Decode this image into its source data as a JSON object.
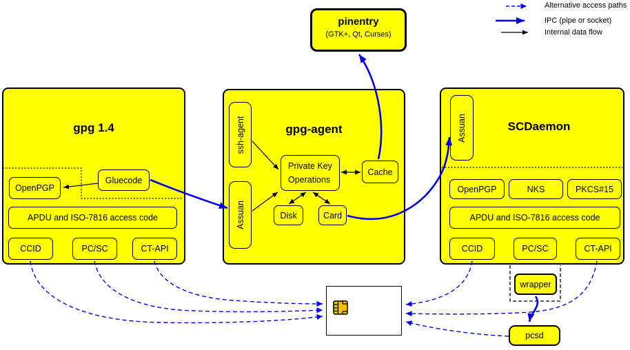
{
  "colors": {
    "box_fill": "#ffff00",
    "line_blue": "#0000ee",
    "line_black": "#000000",
    "chip_gold": "#f0c000",
    "card_fill": "#ffffff"
  },
  "legend": {
    "alternative": "Alternative access paths",
    "ipc": "IPC (pipe or socket)",
    "internal": "Internal data flow"
  },
  "pinentry": {
    "title": "pinentry",
    "subtitle": "(GTK+, Qt, Curses)"
  },
  "gpg14": {
    "title": "gpg 1.4",
    "gluecode": "Gluecode",
    "openpgp": "OpenPGP",
    "apdu": "APDU and ISO-7816 access code",
    "ccid": "CCID",
    "pcsc": "PC/SC",
    "ctapi": "CT-API"
  },
  "gpg_agent": {
    "title": "gpg-agent",
    "ssh_agent": "ssh-agent",
    "assuan": "Assuan",
    "private_key_line1": "Private Key",
    "private_key_line2": "Operations",
    "cache": "Cache",
    "disk": "Disk",
    "card": "Card"
  },
  "scdaemon": {
    "title": "SCDaemon",
    "assuan": "Assuan",
    "openpgp": "OpenPGP",
    "nks": "NKS",
    "pkcs15": "PKCS#15",
    "apdu": "APDU and ISO-7816 access code",
    "ccid": "CCID",
    "pcsc": "PC/SC",
    "ctapi": "CT-API"
  },
  "wrapper": {
    "label": "wrapper"
  },
  "pcsd": {
    "label": "pcsd"
  }
}
